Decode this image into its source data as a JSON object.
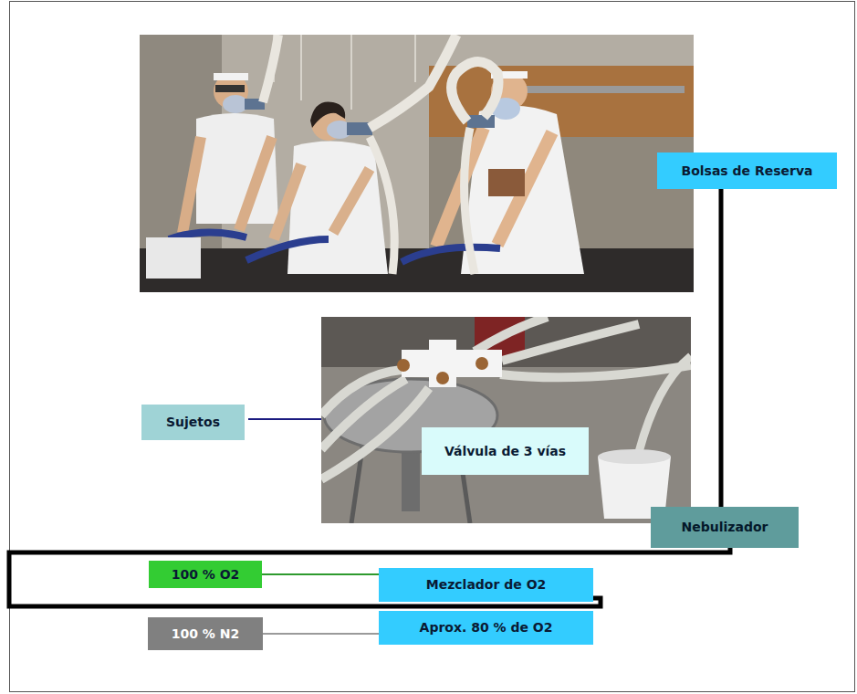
{
  "diagram": {
    "nodes": [
      {
        "text": [
          "Bolsas de Reserva"
        ]
      },
      {
        "text": [
          "Sujetos"
        ]
      },
      {
        "text": [
          "Válvula de 3 vías"
        ]
      },
      {
        "text": [
          "Nebulizador"
        ]
      },
      {
        "text": [
          "100 % O2"
        ]
      },
      {
        "text": [
          "Mezclador de O2"
        ]
      },
      {
        "text": [
          "100 % N2"
        ]
      },
      {
        "text": [
          "Aprox. 80 % de O2"
        ]
      }
    ],
    "edges": [
      {
        "from": 0,
        "to": 3,
        "arrow": "none"
      },
      {
        "from": 4,
        "to": 5,
        "arrow": "none"
      },
      {
        "from": 6,
        "to": 7,
        "arrow": "none"
      },
      {
        "from": 5,
        "to": 3,
        "arrow": "none"
      }
    ]
  }
}
